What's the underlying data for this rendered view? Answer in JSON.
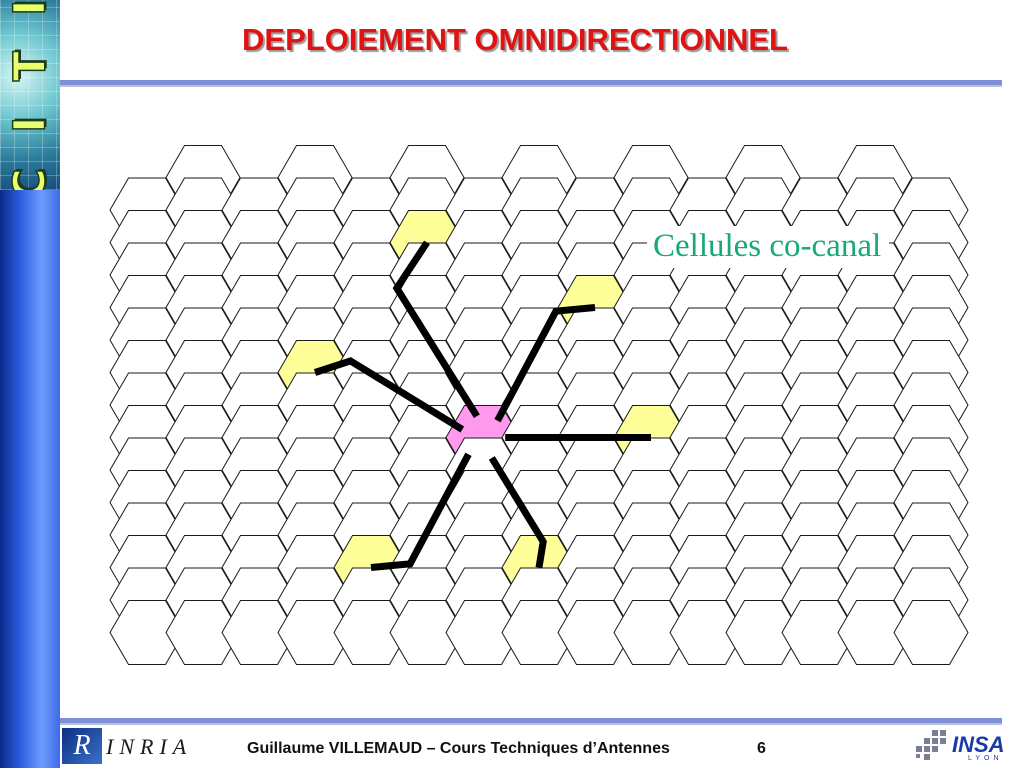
{
  "slide": {
    "title": "DEPLOIEMENT OMNIDIRECTIONNEL",
    "label": "Cellules co-canal",
    "footer": "Guillaume VILLEMAUD – Cours Techniques d’Antennes",
    "page_number": "6"
  },
  "logos": {
    "side": "C I T I",
    "inria": "INRIA",
    "inria_mark": "R",
    "insa": "INSA",
    "insa_sub": "LYON"
  },
  "colors": {
    "title": "#e01212",
    "label": "#16a97a",
    "center_cell": "#ff99ee",
    "co_channel_cell": "#ffff99",
    "link_lines": "#000000"
  },
  "hex_grid": {
    "center_cell": {
      "col": 6,
      "row": 7
    },
    "co_channel_cells": [
      {
        "col": 5,
        "row": 2
      },
      {
        "col": 8,
        "row": 3
      },
      {
        "col": 3,
        "row": 6
      },
      {
        "col": 9,
        "row": 8
      },
      {
        "col": 4,
        "row": 11
      },
      {
        "col": 7,
        "row": 12
      }
    ]
  }
}
